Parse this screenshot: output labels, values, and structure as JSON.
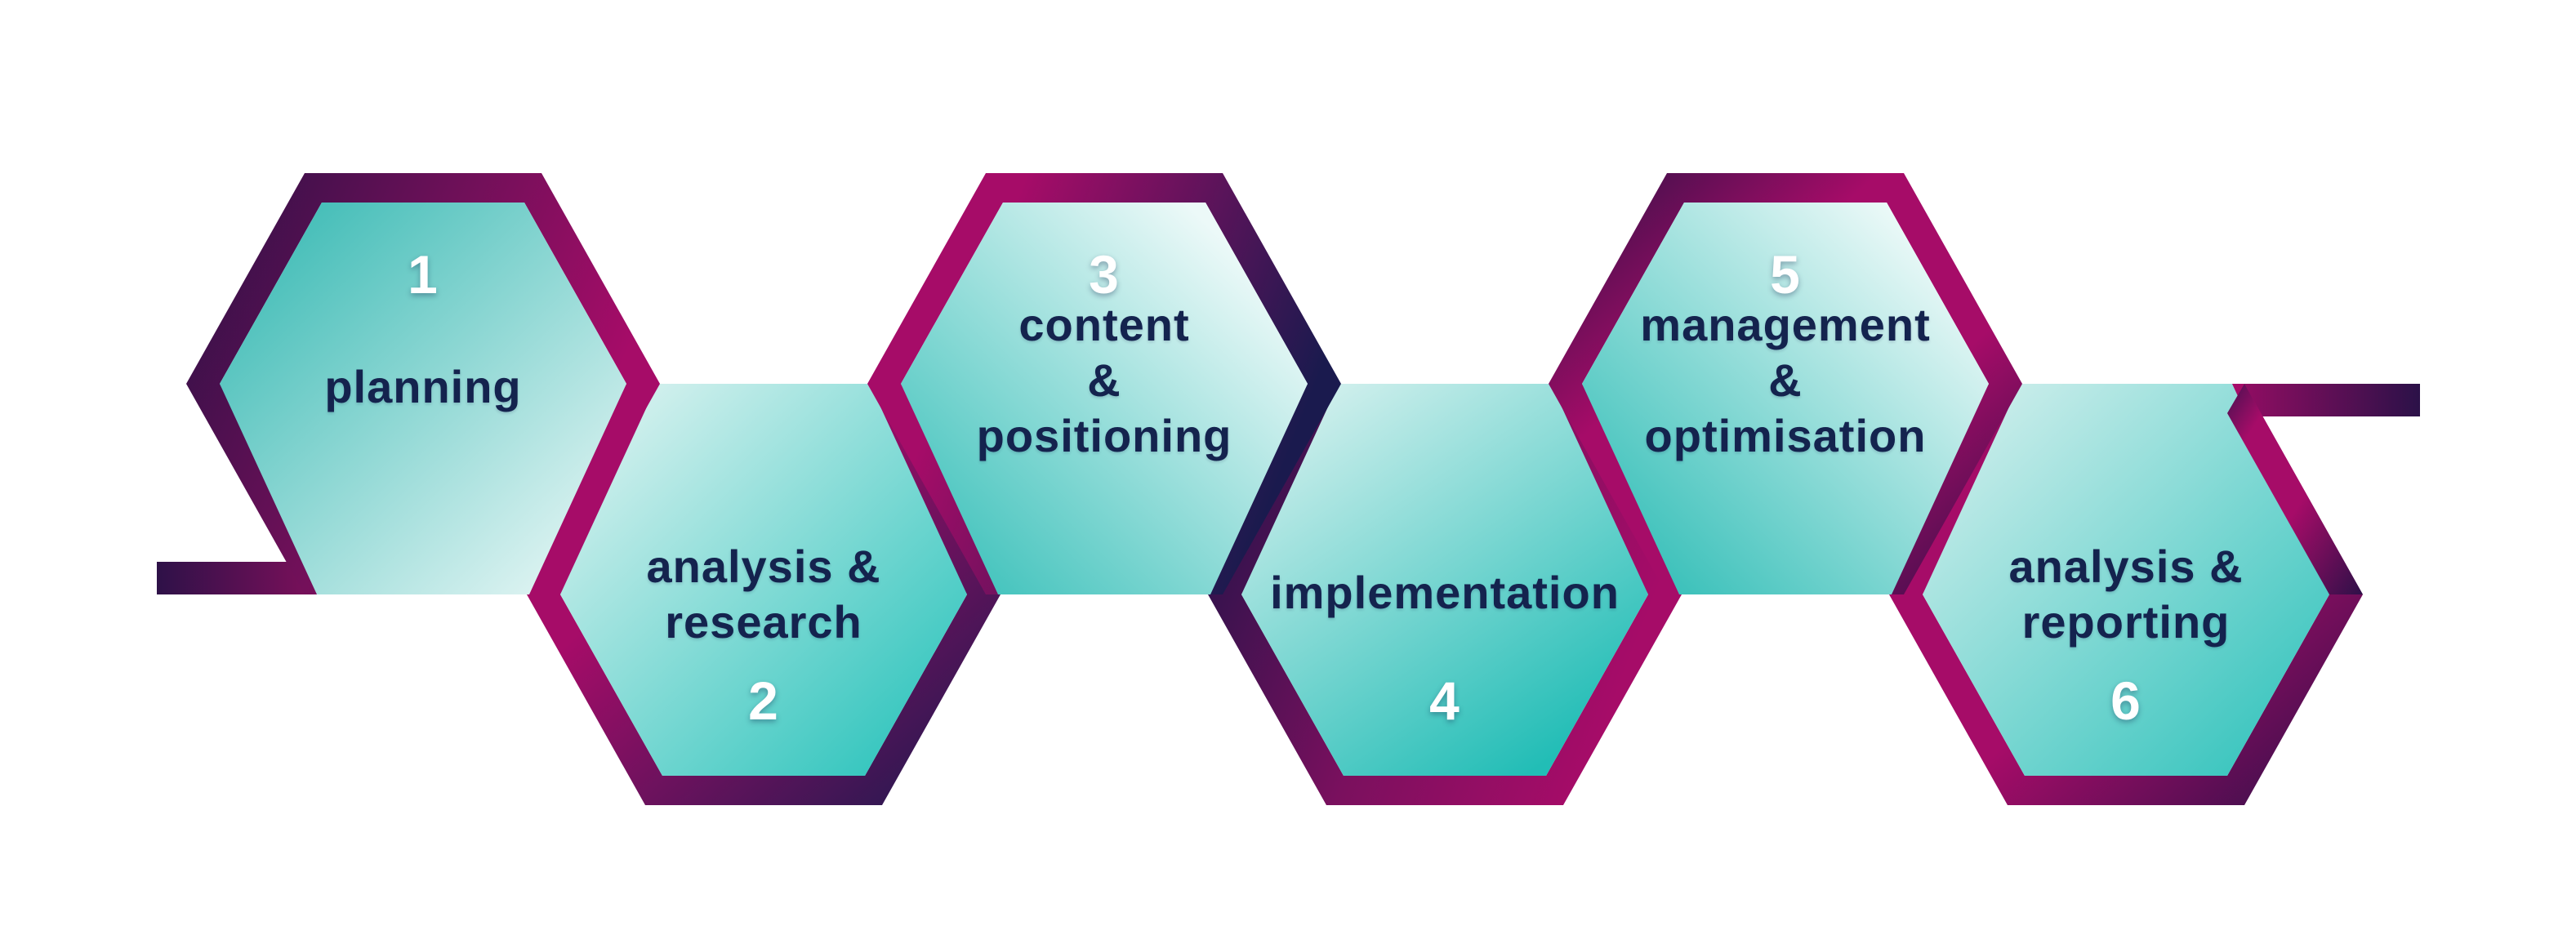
{
  "diagram": {
    "steps": [
      {
        "number": "1",
        "lines": [
          "planning"
        ]
      },
      {
        "number": "2",
        "lines": [
          "analysis &",
          "research"
        ]
      },
      {
        "number": "3",
        "lines": [
          "content",
          "&",
          "positioning"
        ]
      },
      {
        "number": "4",
        "lines": [
          "implementation"
        ]
      },
      {
        "number": "5",
        "lines": [
          "management",
          "&",
          "optimisation"
        ]
      },
      {
        "number": "6",
        "lines": [
          "analysis &",
          "reporting"
        ]
      }
    ]
  },
  "palette": {
    "magenta": "#a60c68",
    "purple_dark": "#2a1145",
    "navy_dark": "#1a1a4e",
    "teal": "#2cbcb5",
    "teal_bright": "#1fc0b8",
    "teal_pale": "#ecf9f8",
    "text_navy": "#14234e",
    "number_white": "#ffffff",
    "background": "#ffffff"
  }
}
